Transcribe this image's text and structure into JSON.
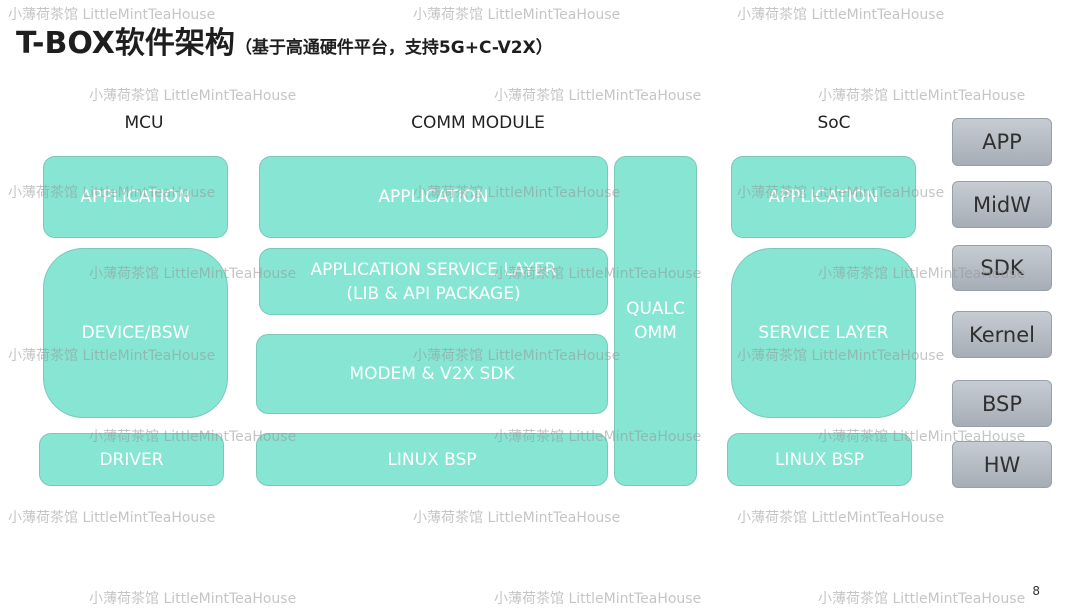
{
  "title": {
    "main": "T-BOX软件架构",
    "sub": "（基于高通硬件平台，支持5G+C-V2X）"
  },
  "columns": {
    "mcu": "MCU",
    "comm": "COMM MODULE",
    "soc": "SoC"
  },
  "mcu": {
    "application": "APPLICATION",
    "device_bsw": "DEVICE/BSW",
    "driver": "DRIVER"
  },
  "comm": {
    "application": "APPLICATION",
    "app_service": "APPLICATION SERVICE LAYER\n(LIB & API PACKAGE)",
    "modem_sdk": "MODEM & V2X SDK",
    "linux_bsp": "LINUX BSP",
    "qualcomm": "QUALC\nOMM"
  },
  "soc": {
    "application": "APPLICATION",
    "service_layer": "SERVICE LAYER",
    "linux_bsp": "LINUX BSP"
  },
  "layers": [
    "APP",
    "MidW",
    "SDK",
    "Kernel",
    "BSP",
    "HW"
  ],
  "watermark": "小薄荷茶馆 LittleMintTeaHouse",
  "page_number": "8",
  "colors": {
    "module_fill": "#86e6d3",
    "layer_fill": "#b4bac2"
  }
}
